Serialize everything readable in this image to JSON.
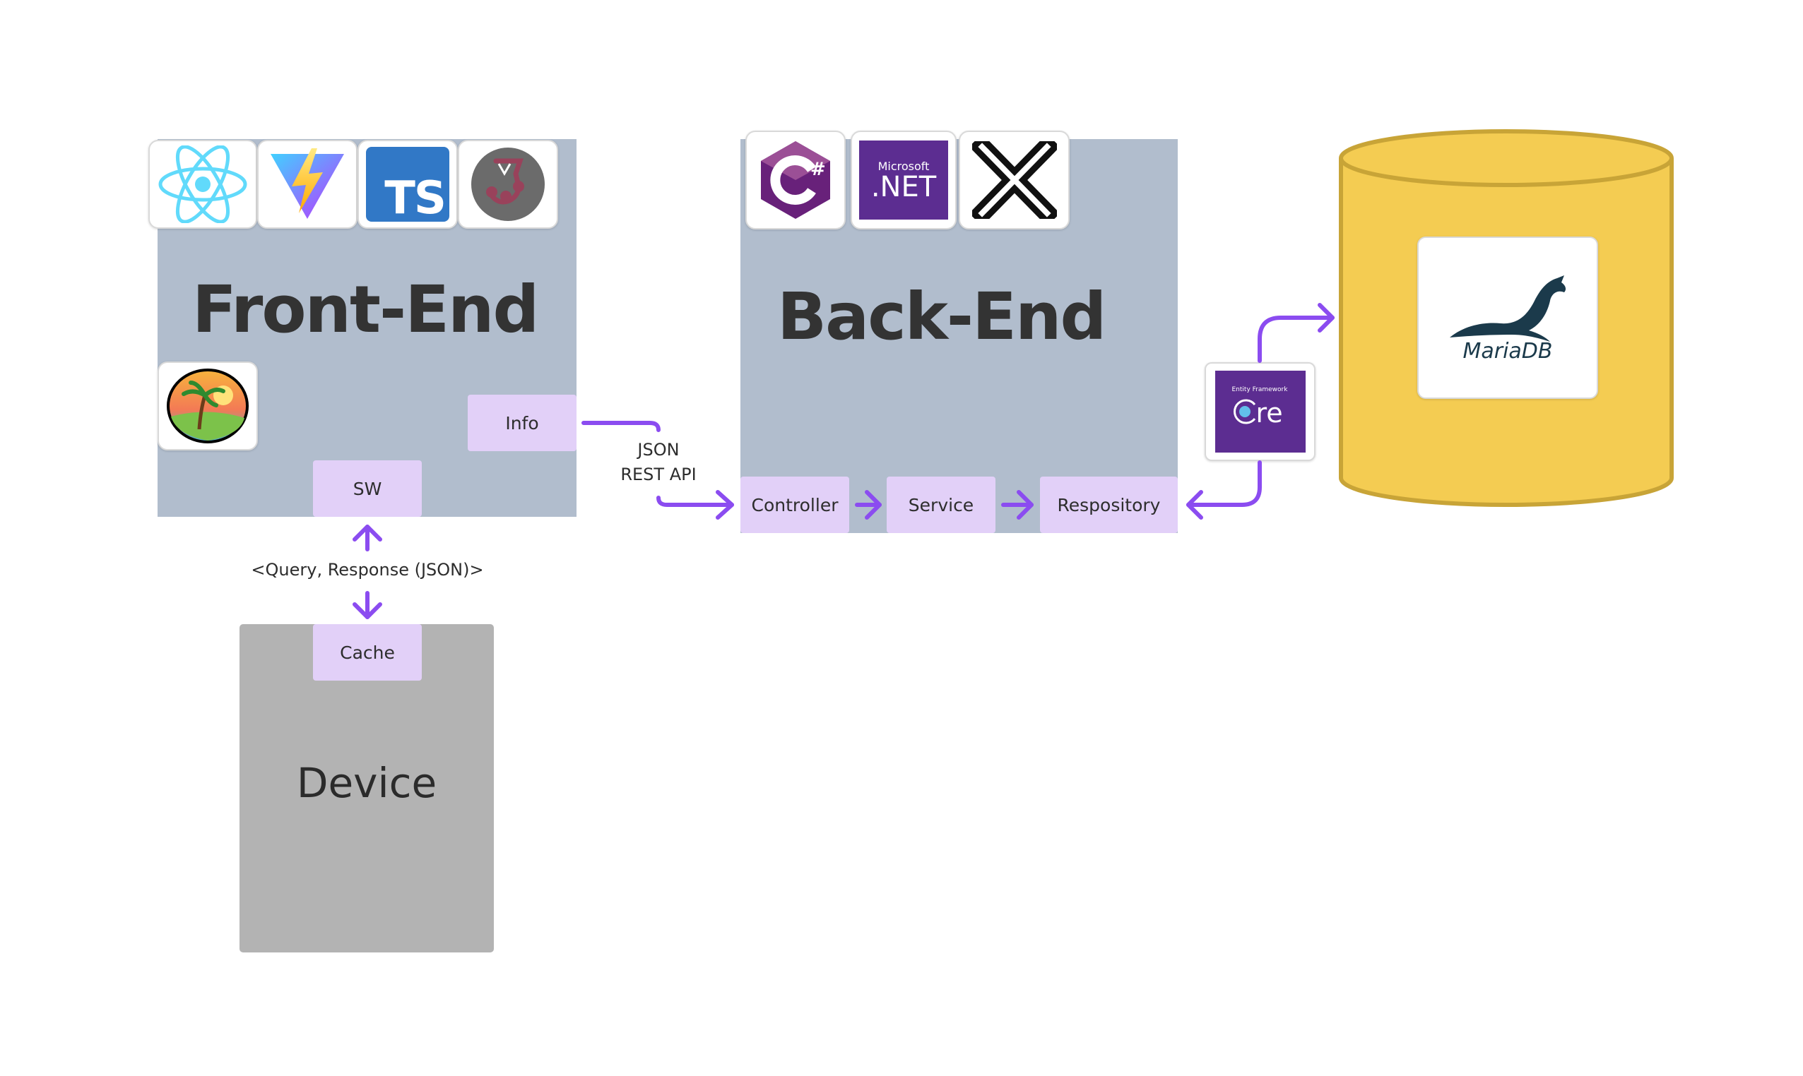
{
  "frontend": {
    "title": "Front-End",
    "info_label": "Info",
    "sw_label": "SW"
  },
  "backend": {
    "title": "Back-End",
    "controller_label": "Controller",
    "service_label": "Service",
    "repository_label": "Respository"
  },
  "device": {
    "title": "Device",
    "cache_label": "Cache"
  },
  "edges": {
    "api_line1": "JSON",
    "api_line2": "REST API",
    "query_label": "<Query, Response (JSON)>"
  },
  "logos": {
    "dotnet_small": "Microsoft",
    "dotnet_big": ".NET",
    "typescript": "TS",
    "ef_small": "Entity Framework",
    "ef_text": "re",
    "mariadb": "MariaDB"
  },
  "icons": [
    "react-icon",
    "vite-icon",
    "typescript-icon",
    "jest-icon",
    "pwa-app-icon",
    "csharp-icon",
    "dotnet-icon",
    "xunit-icon",
    "ef-core-icon",
    "mariadb-icon",
    "database-cylinder"
  ],
  "colors": {
    "panel": "#b1bdcd",
    "device": "#b3b3b3",
    "chip": "#e2d0f8",
    "arrow": "#8b4cf0",
    "database": "#f4cc52",
    "database_stroke": "#c8a437"
  }
}
